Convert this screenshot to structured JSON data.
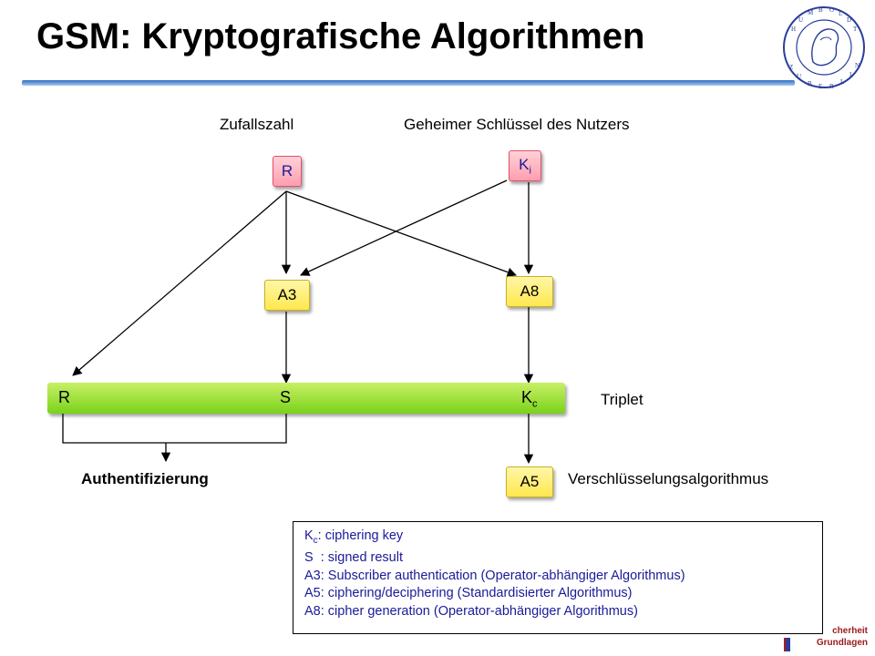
{
  "title": "GSM: Kryptografische Algorithmen",
  "labels": {
    "zufallszahl": "Zufallszahl",
    "geheimer": "Geheimer Schlüssel des Nutzers",
    "triplet": "Triplet",
    "authentifizierung": "Authentifizierung",
    "verschluesselung": "Verschlüsselungsalgorithmus"
  },
  "boxes": {
    "r": "R",
    "ki_main": "K",
    "ki_sub": "i",
    "a3": "A3",
    "a8": "A8",
    "a5": "A5"
  },
  "triplet": {
    "r": "R",
    "s": "S",
    "kc_main": "K",
    "kc_sub": "c"
  },
  "legend": [
    {
      "key": "K",
      "sub": "c",
      "text": ": ciphering key"
    },
    {
      "key": "S",
      "sub": "",
      "text": "  : signed result"
    },
    {
      "key": "A3",
      "sub": "",
      "text": ": Subscriber authentication (Operator-abhängiger Algorithmus)"
    },
    {
      "key": "A5",
      "sub": "",
      "text": ": ciphering/deciphering (Standardisierter Algorithmus)"
    },
    {
      "key": "A8",
      "sub": "",
      "text": ": cipher generation (Operator-abhängiger Algorithmus)"
    }
  ],
  "footer": {
    "line1": "cherheit",
    "line2": "Grundlagen"
  },
  "colors": {
    "box_pink": "#ff9eb0",
    "box_yellow": "#ffe84d",
    "triplet_green": "#7ad21a",
    "title_rule": "#2f6fc2",
    "legend_text": "#1a1a99"
  }
}
